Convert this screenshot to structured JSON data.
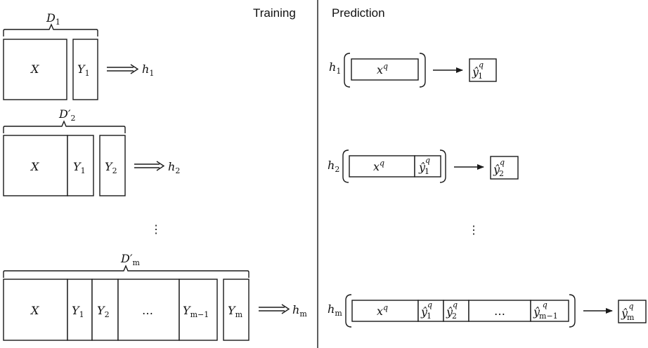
{
  "headings": {
    "training": "Training",
    "prediction": "Prediction"
  },
  "training": {
    "row1": {
      "brace": "D",
      "brace_sub": "1",
      "x": "X",
      "y1": "Y",
      "y1_sub": "1",
      "h": "h",
      "h_sub": "1"
    },
    "row2": {
      "brace": "D′",
      "brace_sub": "2",
      "x": "X",
      "y1": "Y",
      "y1_sub": "1",
      "y2": "Y",
      "y2_sub": "2",
      "h": "h",
      "h_sub": "2"
    },
    "dots": "⋮",
    "row3": {
      "brace": "D′",
      "brace_sub": "m",
      "x": "X",
      "y1": "Y",
      "y1_sub": "1",
      "y2": "Y",
      "y2_sub": "2",
      "ellipsis": "…",
      "ym1": "Y",
      "ym1_sub": "m−1",
      "ym": "Y",
      "ym_sub": "m",
      "h": "h",
      "h_sub": "m"
    }
  },
  "prediction": {
    "row1": {
      "h": "h",
      "h_sub": "1",
      "x": "x",
      "x_sup": "q",
      "out": "ŷ",
      "out_sub": "1",
      "out_sup": "q"
    },
    "row2": {
      "h": "h",
      "h_sub": "2",
      "x": "x",
      "x_sup": "q",
      "yhat1": "ŷ",
      "yhat1_sub": "1",
      "yhat1_sup": "q",
      "out": "ŷ",
      "out_sub": "2",
      "out_sup": "q"
    },
    "dots": "⋮",
    "row3": {
      "h": "h",
      "h_sub": "m",
      "x": "x",
      "x_sup": "q",
      "yhat1": "ŷ",
      "yhat1_sub": "1",
      "yhat1_sup": "q",
      "yhat2": "ŷ",
      "yhat2_sub": "2",
      "yhat2_sup": "q",
      "ellipsis": "…",
      "yhatm1": "ŷ",
      "yhatm1_sub": "m−1",
      "yhatm1_sup": "q",
      "out": "ŷ",
      "out_sub": "m",
      "out_sup": "q"
    }
  }
}
